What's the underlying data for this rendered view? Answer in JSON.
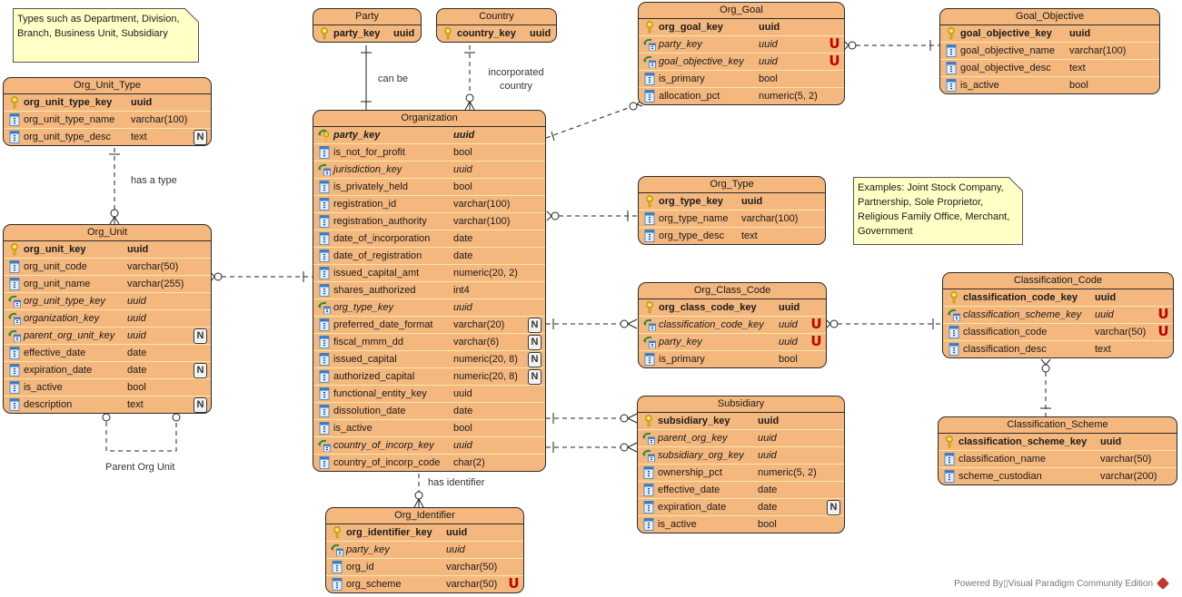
{
  "diagram": {
    "colors": {
      "entity_fill": "#f4b77e",
      "row_divider": "#f9e8a8",
      "note_fill": "#ffffc6",
      "unique_flag": "#c00000",
      "key_icon": "#e8c21c",
      "fk_arrow": "#2e8b3a",
      "column_icon": "#3a7cc4"
    },
    "footer": "Powered By▯Visual Paradigm Community Edition",
    "notes": [
      {
        "id": "org_unit_type_note",
        "text": "Types such as Department, Division, Branch, Business Unit, Subsidiary"
      },
      {
        "id": "org_type_note",
        "text": "Examples: Joint Stock Company, Partnership, Sole Proprietor, Religious Family Office, Merchant, Government"
      }
    ],
    "relationship_labels": {
      "can_be": "can be",
      "incorporated_country": "incorporated country",
      "has_a_type": "has a type",
      "parent_org_unit": "Parent Org Unit",
      "has_identifier": "has identifier"
    },
    "entities": {
      "party": {
        "name": "Party",
        "columns": [
          {
            "name": "party_key",
            "type": "uuid",
            "pk": true,
            "fk": false,
            "flag": ""
          }
        ]
      },
      "country": {
        "name": "Country",
        "columns": [
          {
            "name": "country_key",
            "type": "uuid",
            "pk": true,
            "fk": false,
            "flag": ""
          }
        ]
      },
      "org_unit_type": {
        "name": "Org_Unit_Type",
        "columns": [
          {
            "name": "org_unit_type_key",
            "type": "uuid",
            "pk": true,
            "fk": false,
            "flag": ""
          },
          {
            "name": "org_unit_type_name",
            "type": "varchar(100)",
            "pk": false,
            "fk": false,
            "flag": ""
          },
          {
            "name": "org_unit_type_desc",
            "type": "text",
            "pk": false,
            "fk": false,
            "flag": "N"
          }
        ]
      },
      "org_unit": {
        "name": "Org_Unit",
        "columns": [
          {
            "name": "org_unit_key",
            "type": "uuid",
            "pk": true,
            "fk": false,
            "flag": ""
          },
          {
            "name": "org_unit_code",
            "type": "varchar(50)",
            "pk": false,
            "fk": false,
            "flag": ""
          },
          {
            "name": "org_unit_name",
            "type": "varchar(255)",
            "pk": false,
            "fk": false,
            "flag": ""
          },
          {
            "name": "org_unit_type_key",
            "type": "uuid",
            "pk": false,
            "fk": true,
            "flag": ""
          },
          {
            "name": "organization_key",
            "type": "uuid",
            "pk": false,
            "fk": true,
            "flag": ""
          },
          {
            "name": "parent_org_unit_key",
            "type": "uuid",
            "pk": false,
            "fk": true,
            "flag": "N"
          },
          {
            "name": "effective_date",
            "type": "date",
            "pk": false,
            "fk": false,
            "flag": ""
          },
          {
            "name": "expiration_date",
            "type": "date",
            "pk": false,
            "fk": false,
            "flag": "N"
          },
          {
            "name": "is_active",
            "type": "bool",
            "pk": false,
            "fk": false,
            "flag": ""
          },
          {
            "name": "description",
            "type": "text",
            "pk": false,
            "fk": false,
            "flag": "N"
          }
        ]
      },
      "organization": {
        "name": "Organization",
        "columns": [
          {
            "name": "party_key",
            "type": "uuid",
            "pk": true,
            "fk": true,
            "flag": ""
          },
          {
            "name": "is_not_for_profit",
            "type": "bool",
            "pk": false,
            "fk": false,
            "flag": ""
          },
          {
            "name": "jurisdiction_key",
            "type": "uuid",
            "pk": false,
            "fk": true,
            "flag": ""
          },
          {
            "name": "is_privately_held",
            "type": "bool",
            "pk": false,
            "fk": false,
            "flag": ""
          },
          {
            "name": "registration_id",
            "type": "varchar(100)",
            "pk": false,
            "fk": false,
            "flag": ""
          },
          {
            "name": "registration_authority",
            "type": "varchar(100)",
            "pk": false,
            "fk": false,
            "flag": ""
          },
          {
            "name": "date_of_incorporation",
            "type": "date",
            "pk": false,
            "fk": false,
            "flag": ""
          },
          {
            "name": "date_of_registration",
            "type": "date",
            "pk": false,
            "fk": false,
            "flag": ""
          },
          {
            "name": "issued_capital_amt",
            "type": "numeric(20, 2)",
            "pk": false,
            "fk": false,
            "flag": ""
          },
          {
            "name": "shares_authorized",
            "type": "int4",
            "pk": false,
            "fk": false,
            "flag": ""
          },
          {
            "name": "org_type_key",
            "type": "uuid",
            "pk": false,
            "fk": true,
            "flag": ""
          },
          {
            "name": "preferred_date_format",
            "type": "varchar(20)",
            "pk": false,
            "fk": false,
            "flag": "N"
          },
          {
            "name": "fiscal_mmm_dd",
            "type": "varchar(6)",
            "pk": false,
            "fk": false,
            "flag": "N"
          },
          {
            "name": "issued_capital",
            "type": "numeric(20, 8)",
            "pk": false,
            "fk": false,
            "flag": "N"
          },
          {
            "name": "authorized_capital",
            "type": "numeric(20, 8)",
            "pk": false,
            "fk": false,
            "flag": "N"
          },
          {
            "name": "functional_entity_key",
            "type": "uuid",
            "pk": false,
            "fk": false,
            "flag": ""
          },
          {
            "name": "dissolution_date",
            "type": "date",
            "pk": false,
            "fk": false,
            "flag": ""
          },
          {
            "name": "is_active",
            "type": "bool",
            "pk": false,
            "fk": false,
            "flag": ""
          },
          {
            "name": "country_of_incorp_key",
            "type": "uuid",
            "pk": false,
            "fk": true,
            "flag": ""
          },
          {
            "name": "country_of_incorp_code",
            "type": "char(2)",
            "pk": false,
            "fk": false,
            "flag": ""
          }
        ]
      },
      "org_identifier": {
        "name": "Org_Identifier",
        "columns": [
          {
            "name": "org_identifier_key",
            "type": "uuid",
            "pk": true,
            "fk": false,
            "flag": ""
          },
          {
            "name": "party_key",
            "type": "uuid",
            "pk": false,
            "fk": true,
            "flag": ""
          },
          {
            "name": "org_id",
            "type": "varchar(50)",
            "pk": false,
            "fk": false,
            "flag": ""
          },
          {
            "name": "org_scheme",
            "type": "varchar(50)",
            "pk": false,
            "fk": false,
            "flag": "U"
          }
        ]
      },
      "org_goal": {
        "name": "Org_Goal",
        "columns": [
          {
            "name": "org_goal_key",
            "type": "uuid",
            "pk": true,
            "fk": false,
            "flag": ""
          },
          {
            "name": "party_key",
            "type": "uuid",
            "pk": false,
            "fk": true,
            "flag": "U"
          },
          {
            "name": "goal_objective_key",
            "type": "uuid",
            "pk": false,
            "fk": true,
            "flag": "U"
          },
          {
            "name": "is_primary",
            "type": "bool",
            "pk": false,
            "fk": false,
            "flag": ""
          },
          {
            "name": "allocation_pct",
            "type": "numeric(5, 2)",
            "pk": false,
            "fk": false,
            "flag": ""
          }
        ]
      },
      "goal_objective": {
        "name": "Goal_Objective",
        "columns": [
          {
            "name": "goal_objective_key",
            "type": "uuid",
            "pk": true,
            "fk": false,
            "flag": ""
          },
          {
            "name": "goal_objective_name",
            "type": "varchar(100)",
            "pk": false,
            "fk": false,
            "flag": ""
          },
          {
            "name": "goal_objective_desc",
            "type": "text",
            "pk": false,
            "fk": false,
            "flag": ""
          },
          {
            "name": "is_active",
            "type": "bool",
            "pk": false,
            "fk": false,
            "flag": ""
          }
        ]
      },
      "org_type": {
        "name": "Org_Type",
        "columns": [
          {
            "name": "org_type_key",
            "type": "uuid",
            "pk": true,
            "fk": false,
            "flag": ""
          },
          {
            "name": "org_type_name",
            "type": "varchar(100)",
            "pk": false,
            "fk": false,
            "flag": ""
          },
          {
            "name": "org_type_desc",
            "type": "text",
            "pk": false,
            "fk": false,
            "flag": ""
          }
        ]
      },
      "org_class_code": {
        "name": "Org_Class_Code",
        "columns": [
          {
            "name": "org_class_code_key",
            "type": "uuid",
            "pk": true,
            "fk": false,
            "flag": ""
          },
          {
            "name": "classification_code_key",
            "type": "uuid",
            "pk": false,
            "fk": true,
            "flag": "U"
          },
          {
            "name": "party_key",
            "type": "uuid",
            "pk": false,
            "fk": true,
            "flag": "U"
          },
          {
            "name": "is_primary",
            "type": "bool",
            "pk": false,
            "fk": false,
            "flag": ""
          }
        ]
      },
      "classification_code": {
        "name": "Classification_Code",
        "columns": [
          {
            "name": "classification_code_key",
            "type": "uuid",
            "pk": true,
            "fk": false,
            "flag": ""
          },
          {
            "name": "classification_scheme_key",
            "type": "uuid",
            "pk": false,
            "fk": true,
            "flag": "U"
          },
          {
            "name": "classification_code",
            "type": "varchar(50)",
            "pk": false,
            "fk": false,
            "flag": "U"
          },
          {
            "name": "classification_desc",
            "type": "text",
            "pk": false,
            "fk": false,
            "flag": ""
          }
        ]
      },
      "subsidiary": {
        "name": "Subsidiary",
        "columns": [
          {
            "name": "subsidiary_key",
            "type": "uuid",
            "pk": true,
            "fk": false,
            "flag": ""
          },
          {
            "name": "parent_org_key",
            "type": "uuid",
            "pk": false,
            "fk": true,
            "flag": ""
          },
          {
            "name": "subsidiary_org_key",
            "type": "uuid",
            "pk": false,
            "fk": true,
            "flag": ""
          },
          {
            "name": "ownership_pct",
            "type": "numeric(5, 2)",
            "pk": false,
            "fk": false,
            "flag": ""
          },
          {
            "name": "effective_date",
            "type": "date",
            "pk": false,
            "fk": false,
            "flag": ""
          },
          {
            "name": "expiration_date",
            "type": "date",
            "pk": false,
            "fk": false,
            "flag": "N"
          },
          {
            "name": "is_active",
            "type": "bool",
            "pk": false,
            "fk": false,
            "flag": ""
          }
        ]
      },
      "classification_scheme": {
        "name": "Classification_Scheme",
        "columns": [
          {
            "name": "classification_scheme_key",
            "type": "uuid",
            "pk": true,
            "fk": false,
            "flag": ""
          },
          {
            "name": "classification_name",
            "type": "varchar(50)",
            "pk": false,
            "fk": false,
            "flag": ""
          },
          {
            "name": "scheme_custodian",
            "type": "varchar(200)",
            "pk": false,
            "fk": false,
            "flag": ""
          }
        ]
      }
    }
  }
}
